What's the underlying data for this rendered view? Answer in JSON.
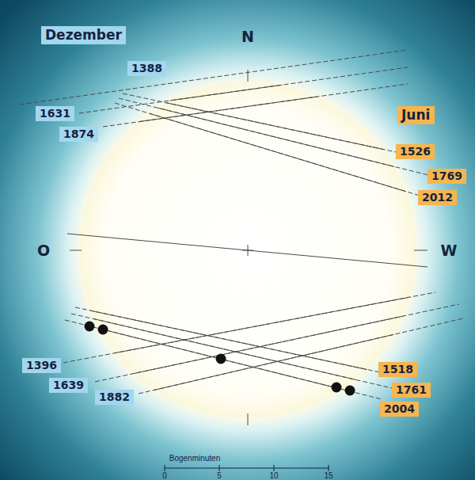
{
  "diagram": {
    "nodes": [
      {
        "text": [
          "Dezember"
        ]
      },
      {
        "text": [
          "1388"
        ]
      },
      {
        "text": [
          "Juni"
        ]
      },
      {
        "text": [
          "1631"
        ]
      },
      {
        "text": [
          "1874"
        ]
      },
      {
        "text": [
          "1526"
        ]
      },
      {
        "text": [
          "1769"
        ]
      },
      {
        "text": [
          "2012"
        ]
      },
      {
        "text": [
          "1396"
        ]
      },
      {
        "text": [
          "1518"
        ]
      },
      {
        "text": [
          "1639"
        ]
      },
      {
        "text": [
          "1761"
        ]
      },
      {
        "text": [
          "1882"
        ]
      },
      {
        "text": [
          "2004"
        ]
      }
    ],
    "labels": [
      "N",
      "O",
      "W",
      "Bogenminuten",
      "0",
      "5",
      "10",
      "15"
    ]
  }
}
